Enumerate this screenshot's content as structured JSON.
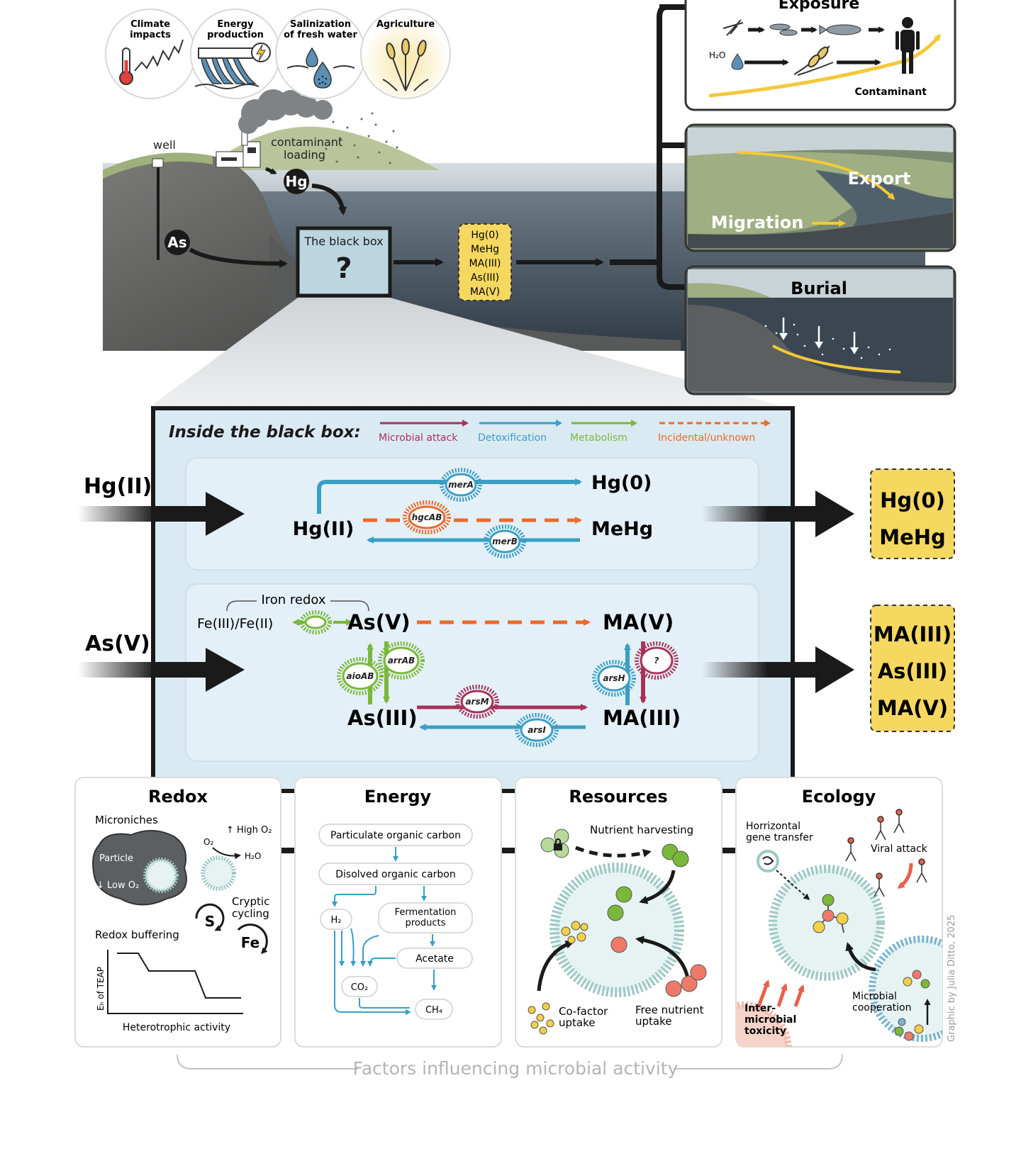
{
  "top_icons": [
    {
      "label": "Climate\nimpacts",
      "icon": "thermometer-icon"
    },
    {
      "label": "Energy\nproduction",
      "icon": "dam-icon"
    },
    {
      "label": "Salinization\nof fresh water",
      "icon": "water-drop-icon"
    },
    {
      "label": "Agriculture",
      "icon": "wheat-icon"
    }
  ],
  "landscape": {
    "well": "well",
    "loading": "contaminant\nloading",
    "hg": "Hg",
    "as": "As",
    "black_box_title": "The black box",
    "black_box_mark": "?",
    "output_species": [
      "Hg(0)",
      "MeHg",
      "MA(III)",
      "As(III)",
      "MA(V)"
    ]
  },
  "fates": {
    "exposure": {
      "title": "Exposure",
      "h2o": "H₂O",
      "contaminant": "Contaminant"
    },
    "transport": {
      "export": "Export",
      "migration": "Migration"
    },
    "burial": {
      "title": "Burial"
    }
  },
  "blackbox": {
    "title": "Inside the black box:",
    "legend": [
      {
        "label": "Microbial attack",
        "color": "#a8325a",
        "dashed": false
      },
      {
        "label": "Detoxification",
        "color": "#3a9fc4",
        "dashed": false
      },
      {
        "label": "Metabolism",
        "color": "#7ab83a",
        "dashed": false
      },
      {
        "label": "Incidental/unknown",
        "color": "#ea6a2a",
        "dashed": true
      }
    ],
    "hg_panel": {
      "input": "Hg(II)",
      "source": "Hg(II)",
      "product_1": "Hg(0)",
      "product_2": "MeHg",
      "genes": [
        "merA",
        "hgcAB",
        "merB"
      ],
      "outputs": [
        "Hg(0)",
        "MeHg"
      ]
    },
    "as_panel": {
      "input": "As(V)",
      "iron_redox": "Iron redox",
      "iron": "Fe(III)/Fe(II)",
      "asv": "As(V)",
      "mav": "MA(V)",
      "asiii": "As(III)",
      "maiii": "MA(III)",
      "genes": [
        "arrAB",
        "aioAB",
        "arsH",
        "?",
        "arsM",
        "arsI"
      ],
      "outputs": [
        "MA(III)",
        "As(III)",
        "MA(V)"
      ]
    }
  },
  "factors": {
    "caption": "Factors influencing microbial activity",
    "credit": "Graphic by Julia Ditto, 2025",
    "redox": {
      "title": "Redox",
      "microniches": "Microniches",
      "particle": "Particle",
      "low_o2": "Low O₂",
      "high_o2": "High O₂",
      "o2": "O₂",
      "h2o": "H₂O",
      "cryptic": "Cryptic\ncycling",
      "s": "S",
      "fe": "Fe",
      "buffering": "Redox buffering",
      "yaxis": "Eₕ of TEAP",
      "xaxis": "Heterotrophic activity"
    },
    "energy": {
      "title": "Energy",
      "poc": "Particulate organic carbon",
      "doc": "Disolved organic carbon",
      "h2": "H₂",
      "ferm": "Fermentation\nproducts",
      "acetate": "Acetate",
      "co2": "CO₂",
      "ch4": "CH₄"
    },
    "resources": {
      "title": "Resources",
      "harvest": "Nutrient harvesting",
      "cofactor": "Co-factor\nuptake",
      "free": "Free nutrient\nuptake"
    },
    "ecology": {
      "title": "Ecology",
      "hgt": "Horrizontal\ngene transfer",
      "viral": "Viral attack",
      "toxicity": "Inter-\nmicrobial\ntoxicity",
      "coop": "Microbial\ncooperation"
    }
  }
}
